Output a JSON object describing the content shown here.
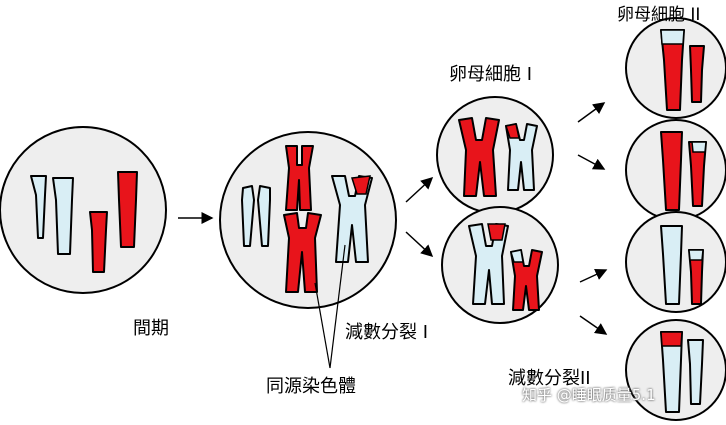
{
  "labels": {
    "interphase": "間期",
    "meiosis_one": "減數分裂 I",
    "homologous_chromosomes": "同源染色體",
    "oocyte_one": "卵母細胞 I",
    "oocyte_two": "卵母細胞 II",
    "meiosis_two": "減數分裂II"
  },
  "watermark": "知乎 @睡眠质量5.1",
  "colors": {
    "maternal_red": "#e8141b",
    "paternal_blue": "#d9eef5",
    "cell_fill": "#eeeeee",
    "outline": "#000000"
  }
}
